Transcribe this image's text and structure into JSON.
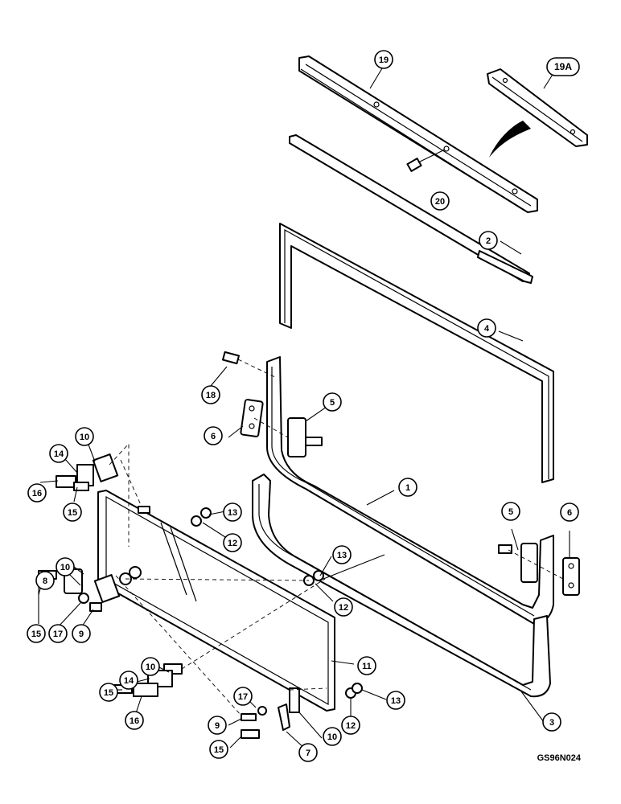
{
  "drawing_code": "GS96N024",
  "callouts": {
    "c1": "1",
    "c2": "2",
    "c3": "3",
    "c4": "4",
    "c5a": "5",
    "c5b": "5",
    "c6a": "6",
    "c6b": "6",
    "c7": "7",
    "c8": "8",
    "c9a": "9",
    "c9b": "9",
    "c10a": "10",
    "c10b": "10",
    "c10c": "10",
    "c10d": "10",
    "c11": "11",
    "c12a": "12",
    "c12b": "12",
    "c12c": "12",
    "c13a": "13",
    "c13b": "13",
    "c13c": "13",
    "c14a": "14",
    "c14b": "14",
    "c15a": "15",
    "c15b": "15",
    "c15c": "15",
    "c15d": "15",
    "c16a": "16",
    "c16b": "16",
    "c17a": "17",
    "c17b": "17",
    "c18": "18",
    "c19": "19",
    "c19a": "19A",
    "c20": "20"
  }
}
